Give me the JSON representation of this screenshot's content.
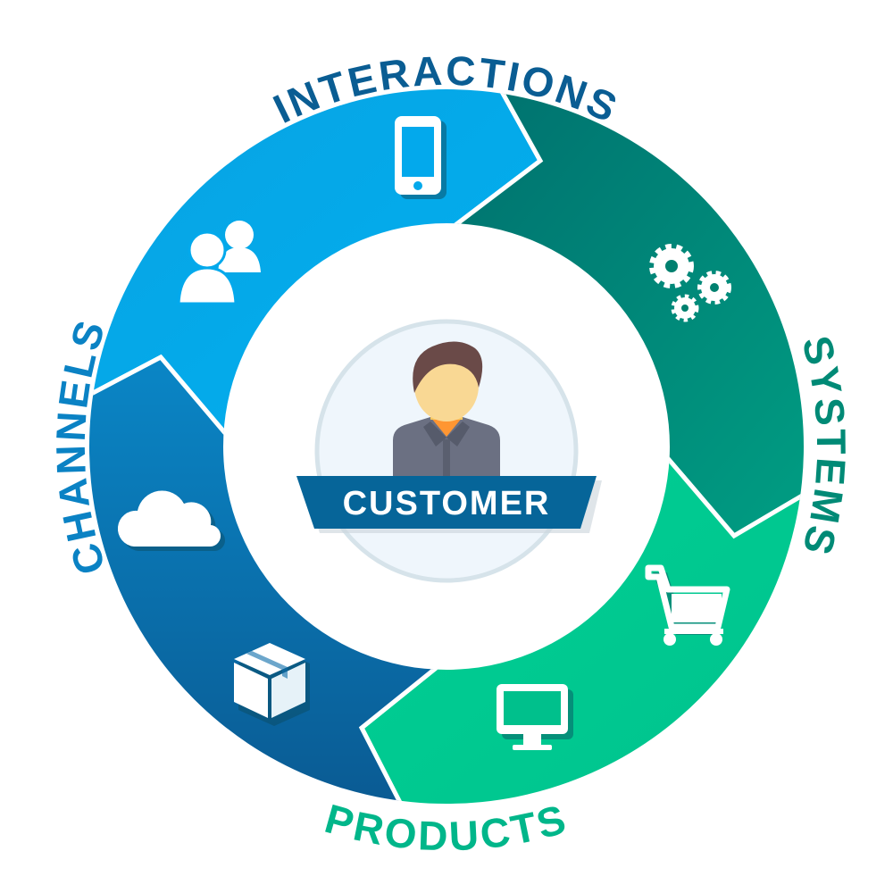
{
  "center": {
    "label": "CUSTOMER",
    "icon": "person-avatar-icon"
  },
  "segments": [
    {
      "label": "INTERACTIONS",
      "color": "#03a9ec",
      "label_color": "#0a5d93",
      "icons": [
        "smartphone-icon",
        "users-icon"
      ]
    },
    {
      "label": "SYSTEMS",
      "color": "#00766f",
      "color_end": "#009a82",
      "label_color": "#008a76",
      "icons": [
        "gears-icon"
      ]
    },
    {
      "label": "PRODUCTS",
      "color": "#00cc92",
      "label_color": "#00b68a",
      "icons": [
        "shopping-cart-icon",
        "monitor-icon"
      ]
    },
    {
      "label": "CHANNELS",
      "color": "#0a78b8",
      "color_end": "#0a5a8e",
      "label_color": "#0a82c4",
      "icons": [
        "cloud-icon",
        "package-box-icon"
      ]
    }
  ],
  "colors": {
    "banner": "#066599",
    "center_fill": "#eff6fc",
    "center_stroke": "#d6e3ea",
    "icon_shadow": "#0b4a5e"
  }
}
